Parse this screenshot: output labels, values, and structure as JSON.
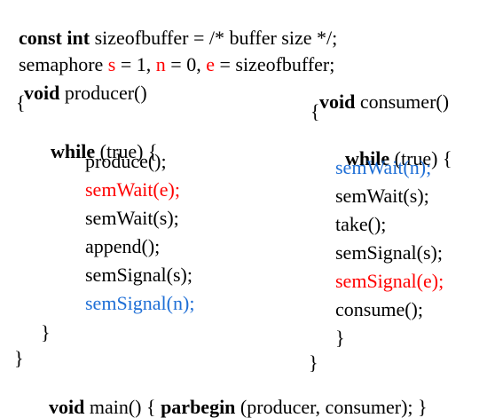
{
  "colors": {
    "text": "#000000",
    "red": "#ff0000",
    "blue": "#1f6fd6"
  },
  "header": {
    "line1": {
      "kw": "const int",
      "rest": " sizeofbuffer = /* buffer size */;"
    },
    "line2": {
      "prefix": "semaphore ",
      "s_name": "s",
      "s_rest": " = 1, ",
      "n_name": "n",
      "n_rest": " = 0, ",
      "e_name": "e",
      "e_rest": " = sizeofbuffer;"
    }
  },
  "producer": {
    "sig_kw": "void",
    "sig_rest": " producer()",
    "open_brace": "{",
    "while_kw": "while",
    "while_rest": " (true) {",
    "body": [
      {
        "text": "produce();",
        "color": "black"
      },
      {
        "text": "semWait(e);",
        "color": "red"
      },
      {
        "text": "semWait(s);",
        "color": "black"
      },
      {
        "text": "append();",
        "color": "black"
      },
      {
        "text": "semSignal(s);",
        "color": "black"
      },
      {
        "text": "semSignal(n);",
        "color": "blue"
      }
    ],
    "inner_close": "}",
    "outer_close": "}"
  },
  "consumer": {
    "sig_kw": "void",
    "sig_rest": " consumer()",
    "open_brace": "{",
    "while_kw": "while",
    "while_rest": " (true) {",
    "body": [
      {
        "text": "semWait(n);",
        "color": "blue"
      },
      {
        "text": "semWait(s);",
        "color": "black"
      },
      {
        "text": "take();",
        "color": "black"
      },
      {
        "text": "semSignal(s);",
        "color": "black"
      },
      {
        "text": "semSignal(e);",
        "color": "red"
      },
      {
        "text": "consume();",
        "color": "black"
      }
    ],
    "inner_close": "}",
    "outer_close": "}"
  },
  "main_line": {
    "void_kw": "void",
    "mid": " main() { ",
    "parbegin_kw": "parbegin",
    "rest": " (producer, consumer); }"
  }
}
